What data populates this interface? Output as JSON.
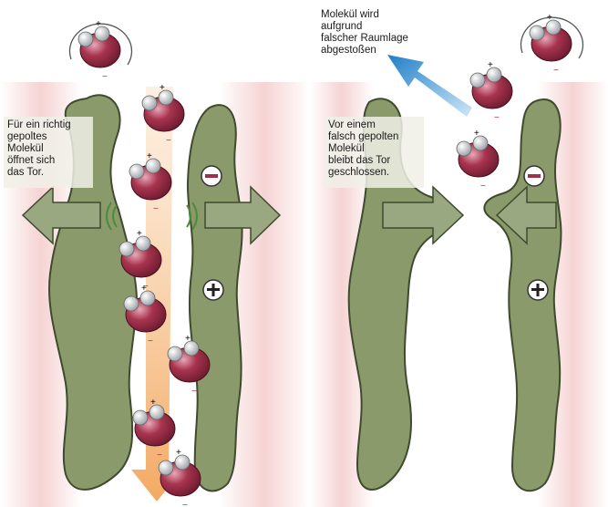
{
  "left_panel": {
    "caption_lines": [
      "Für ein richtig",
      "gepoltes",
      "Molekül",
      "öffnet sich",
      "das Tor."
    ]
  },
  "right_panel": {
    "caption_lines": [
      "Vor einem",
      "falsch gepolten",
      "Molekül",
      "bleibt das Tor",
      "geschlossen."
    ],
    "rejected_caption_lines": [
      "Molekül wird",
      "aufgrund",
      "falscher Raumlage",
      "abgestoßen"
    ]
  },
  "colors": {
    "membrane_bg": "#f7d9d9",
    "protein_fill": "#8a9a6a",
    "protein_stroke": "#3f4a2e",
    "arrow_fill": "#9aa882",
    "molecule_red": "#a0304a",
    "flow_arrow": "#f2a65a",
    "reject_arrow": "#2b8fd1"
  },
  "symbols": {
    "plus": "+",
    "minus": "−"
  }
}
